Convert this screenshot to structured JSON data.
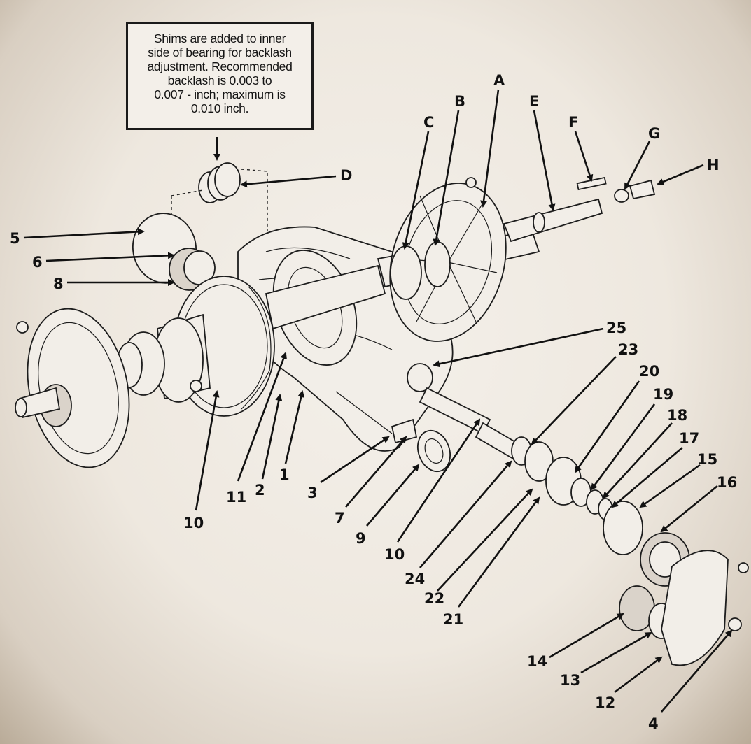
{
  "callout": {
    "lines": [
      "Shims are added to inner",
      "side of bearing for backlash",
      "adjustment. Recommended",
      "backlash is 0.003 to",
      "0.007 - inch; maximum is",
      "0.010 inch."
    ]
  },
  "labels": {
    "A": "A",
    "B": "B",
    "C": "C",
    "D": "D",
    "E": "E",
    "F": "F",
    "G": "G",
    "H": "H",
    "n1": "1",
    "n2": "2",
    "n3": "3",
    "n4": "4",
    "n5": "5",
    "n6": "6",
    "n7": "7",
    "n8": "8",
    "n9": "9",
    "n10a": "10",
    "n10b": "10",
    "n11": "11",
    "n12": "12",
    "n13": "13",
    "n14": "14",
    "n15": "15",
    "n16": "16",
    "n17": "17",
    "n18": "18",
    "n19": "19",
    "n20": "20",
    "n21": "21",
    "n22": "22",
    "n23": "23",
    "n24": "24",
    "n25": "25"
  },
  "colors": {
    "ink": "#111111",
    "paper": "#f3efe9",
    "vignette": "#b9ab98"
  }
}
